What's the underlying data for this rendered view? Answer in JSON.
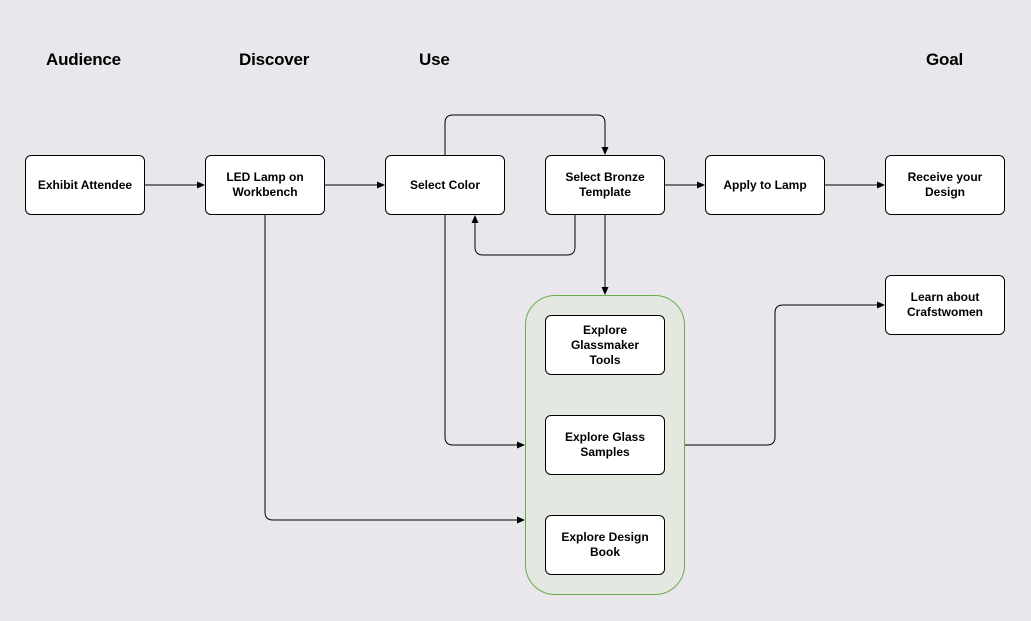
{
  "headings": {
    "audience": "Audience",
    "discover": "Discover",
    "use": "Use",
    "goal": "Goal"
  },
  "nodes": {
    "exhibit_attendee": "Exhibit Attendee",
    "led_lamp": "LED Lamp on\nWorkbench",
    "select_color": "Select Color",
    "select_bronze": "Select Bronze\nTemplate",
    "apply_lamp": "Apply to Lamp",
    "receive_design": "Receive your Design",
    "learn_crafstwomen": "Learn about\nCrafstwomen",
    "explore_tools": "Explore Glassmaker\nTools",
    "explore_samples": "Explore Glass\nSamples",
    "explore_book": "Explore Design Book"
  }
}
